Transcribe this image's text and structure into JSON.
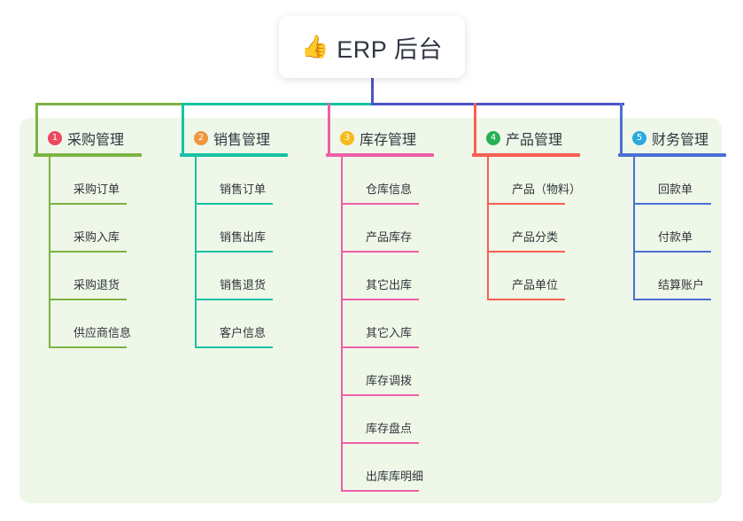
{
  "root": {
    "icon": "thumbs-up-icon",
    "emoji": "👍",
    "title": "ERP 后台"
  },
  "panel": {
    "background_color": "#eef7e8"
  },
  "connectors": {
    "trunk_color": "#4a55c4",
    "bus_segments": [
      {
        "name": "green-segment",
        "color": "#7cb342"
      },
      {
        "name": "teal-segment",
        "color": "#16c2a3"
      },
      {
        "name": "blue-segment",
        "color": "#4a55c4"
      }
    ]
  },
  "columns": [
    {
      "number": "1",
      "title": "采购管理",
      "color": "#7cb342",
      "badge_color": "#ec4860",
      "items": [
        {
          "label": "采购订单"
        },
        {
          "label": "采购入库"
        },
        {
          "label": "采购退货"
        },
        {
          "label": "供应商信息"
        }
      ]
    },
    {
      "number": "2",
      "title": "销售管理",
      "color": "#16c2a3",
      "badge_color": "#f0953b",
      "items": [
        {
          "label": "销售订单"
        },
        {
          "label": "销售出库"
        },
        {
          "label": "销售退货"
        },
        {
          "label": "客户信息"
        }
      ]
    },
    {
      "number": "3",
      "title": "库存管理",
      "color": "#ed5fa7",
      "badge_color": "#f5bb1d",
      "items": [
        {
          "label": "仓库信息"
        },
        {
          "label": "产品库存"
        },
        {
          "label": "其它出库"
        },
        {
          "label": "其它入库"
        },
        {
          "label": "库存调拨"
        },
        {
          "label": "库存盘点"
        },
        {
          "label": "出库库明细"
        }
      ]
    },
    {
      "number": "4",
      "title": "产品管理",
      "color": "#fa5f52",
      "badge_color": "#27b153",
      "items": [
        {
          "label": "产品（物料）"
        },
        {
          "label": "产品分类"
        },
        {
          "label": "产品单位"
        }
      ]
    },
    {
      "number": "5",
      "title": "财务管理",
      "color": "#4a6fd4",
      "badge_color": "#2aa9e0",
      "items": [
        {
          "label": "回款单"
        },
        {
          "label": "付款单"
        },
        {
          "label": "结算账户"
        }
      ]
    }
  ]
}
